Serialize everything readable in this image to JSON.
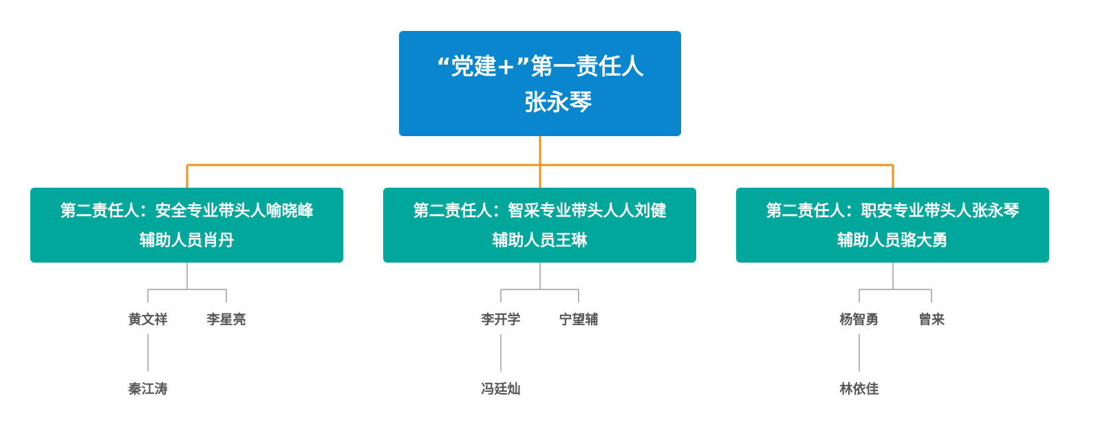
{
  "root": {
    "title": "“党建+”第一责任人",
    "name": "张永琴"
  },
  "branches": [
    {
      "line1": "第二责任人：安全专业带头人喻晓峰",
      "line2": "辅助人员肖丹",
      "members": [
        "黄文祥",
        "李星亮",
        "秦江涛"
      ]
    },
    {
      "line1": "第二责任人：智采专业带头人人刘健",
      "line2": "辅助人员王琳",
      "members": [
        "李开学",
        "宁望辅",
        "冯廷灿"
      ]
    },
    {
      "line1": "第二责任人：职安专业带头人张永琴",
      "line2": "辅助人员骆大勇",
      "members": [
        "杨智勇",
        "曾来",
        "林依佳"
      ]
    }
  ],
  "colors": {
    "root_fill": "#0a86cf",
    "branch_fill": "#00a79a",
    "main_connector": "#f39019",
    "sub_connector": "#9e9e9e",
    "member_text": "#555555"
  }
}
